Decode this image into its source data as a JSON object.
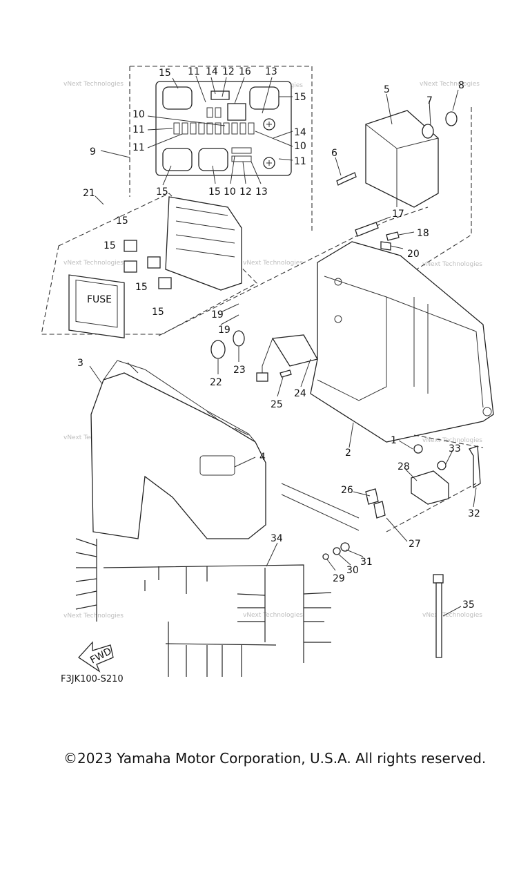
{
  "diagram": {
    "diagram_code": "F3JK100-S210",
    "fwd_label": "FWD",
    "fuse_label": "FUSE",
    "copyright": "©2023 Yamaha Motor Corporation, U.S.A. All rights reserved.",
    "watermark": "vNext Technologies",
    "callouts": [
      "1",
      "2",
      "3",
      "4",
      "5",
      "6",
      "7",
      "8",
      "9",
      "10",
      "11",
      "12",
      "13",
      "14",
      "15",
      "16",
      "17",
      "18",
      "19",
      "20",
      "21",
      "22",
      "23",
      "24",
      "25",
      "26",
      "27",
      "28",
      "29",
      "30",
      "31",
      "32",
      "33",
      "34",
      "35"
    ]
  }
}
